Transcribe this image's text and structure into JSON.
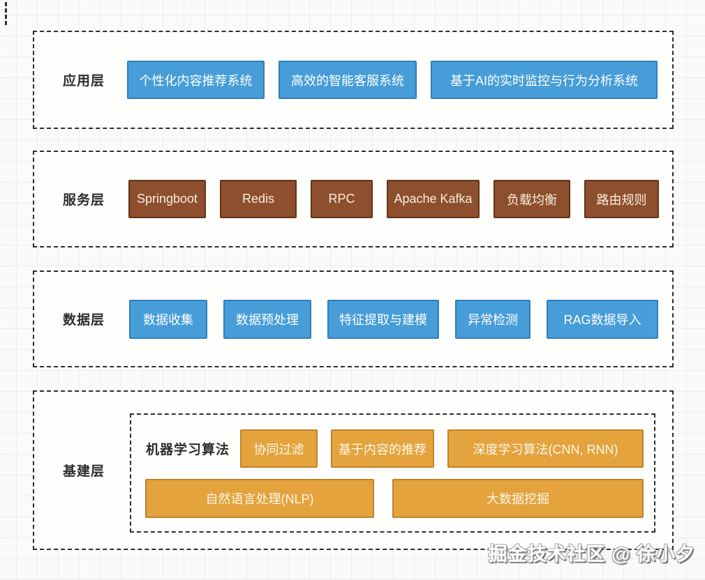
{
  "colors": {
    "blue_fill": "#469dd8",
    "blue_border": "#2f7fb9",
    "brown_fill": "#8e4f2e",
    "brown_border": "#5f3418",
    "orange_fill": "#e4a33d",
    "orange_border": "#c08326",
    "dash_color": "#2d2d2d",
    "label_color": "#2d2d2d",
    "grid_color": "#ececea"
  },
  "layers": [
    {
      "label": "应用层",
      "items": [
        "个性化内容推荐系统",
        "高效的智能客服系统",
        "基于AI的实时监控与行为分析系统"
      ]
    },
    {
      "label": "服务层",
      "items": [
        "Springboot",
        "Redis",
        "RPC",
        "Apache Kafka",
        "负载均衡",
        "路由规则"
      ]
    },
    {
      "label": "数据层",
      "items": [
        "数据收集",
        "数据预处理",
        "特征提取与建模",
        "异常检测",
        "RAG数据导入"
      ]
    },
    {
      "label": "基建层",
      "group": {
        "label": "机器学习算法",
        "row1": [
          "协同过滤",
          "基于内容的推荐",
          "深度学习算法(CNN, RNN)"
        ],
        "row2": [
          "自然语言处理(NLP)",
          "大数据挖掘"
        ]
      }
    }
  ],
  "watermark": "掘金技术社区 @ 徐小夕"
}
